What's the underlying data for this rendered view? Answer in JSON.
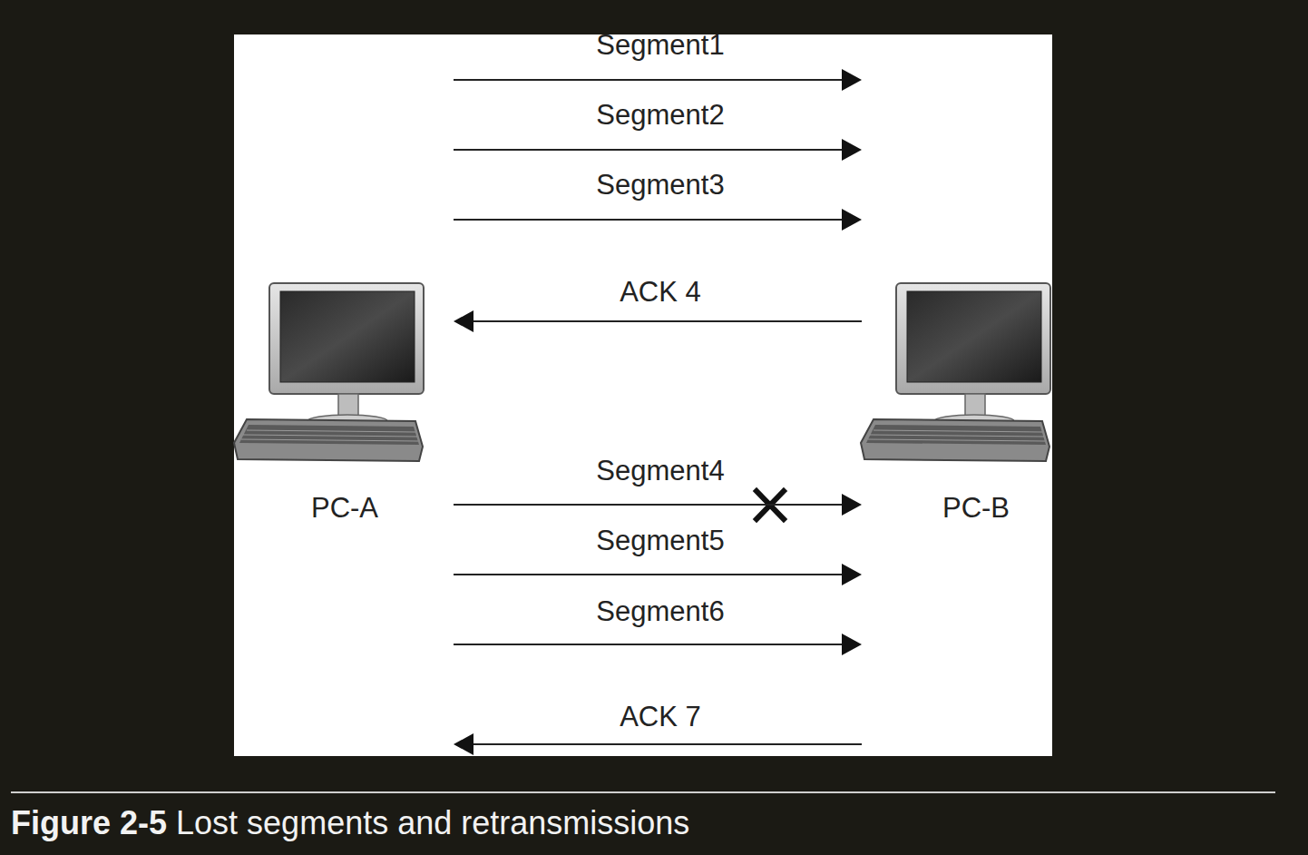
{
  "diagram": {
    "caption": "Lost segments and retransmissions",
    "nodes": [
      {
        "text": [
          "PC-A"
        ]
      },
      {
        "text": [
          "PC-B"
        ]
      }
    ],
    "edges": [
      {
        "from": 0,
        "to": 1,
        "arrow": "to",
        "label": "Segment1"
      },
      {
        "from": 0,
        "to": 1,
        "arrow": "to",
        "label": "Segment2"
      },
      {
        "from": 0,
        "to": 1,
        "arrow": "to",
        "label": "Segment3"
      },
      {
        "from": 1,
        "to": 0,
        "arrow": "to",
        "label": "ACK 4"
      },
      {
        "from": 0,
        "to": 1,
        "arrow": "to",
        "label": "Segment4"
      },
      {
        "from": 0,
        "to": 1,
        "arrow": "to",
        "label": "Segment5"
      },
      {
        "from": 0,
        "to": 1,
        "arrow": "to",
        "label": "Segment6"
      },
      {
        "from": 1,
        "to": 0,
        "arrow": "to",
        "label": "ACK 7"
      }
    ],
    "labels": [
      "Figure 2-5"
    ]
  }
}
